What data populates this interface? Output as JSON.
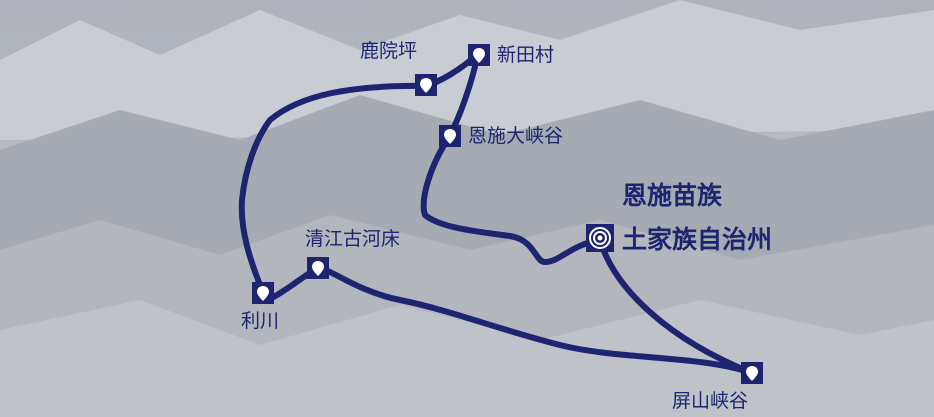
{
  "map": {
    "route_color": "#1d2570",
    "stops": [
      {
        "id": "xintiancun",
        "label": "新田村",
        "icon": "map-pin-icon"
      },
      {
        "id": "luyuanping",
        "label": "鹿院坪",
        "icon": "map-pin-icon"
      },
      {
        "id": "enshi-canyon",
        "label": "恩施大峡谷",
        "icon": "map-pin-icon"
      },
      {
        "id": "qingjiang",
        "label": "清江古河床",
        "icon": "map-pin-icon"
      },
      {
        "id": "lichuan",
        "label": "利川",
        "icon": "map-pin-icon"
      },
      {
        "id": "pingshan",
        "label": "屏山峡谷",
        "icon": "map-pin-icon"
      },
      {
        "id": "enshi-city",
        "label_line1": "恩施苗族",
        "label_line2": "土家族自治州",
        "icon": "target-icon"
      }
    ]
  }
}
